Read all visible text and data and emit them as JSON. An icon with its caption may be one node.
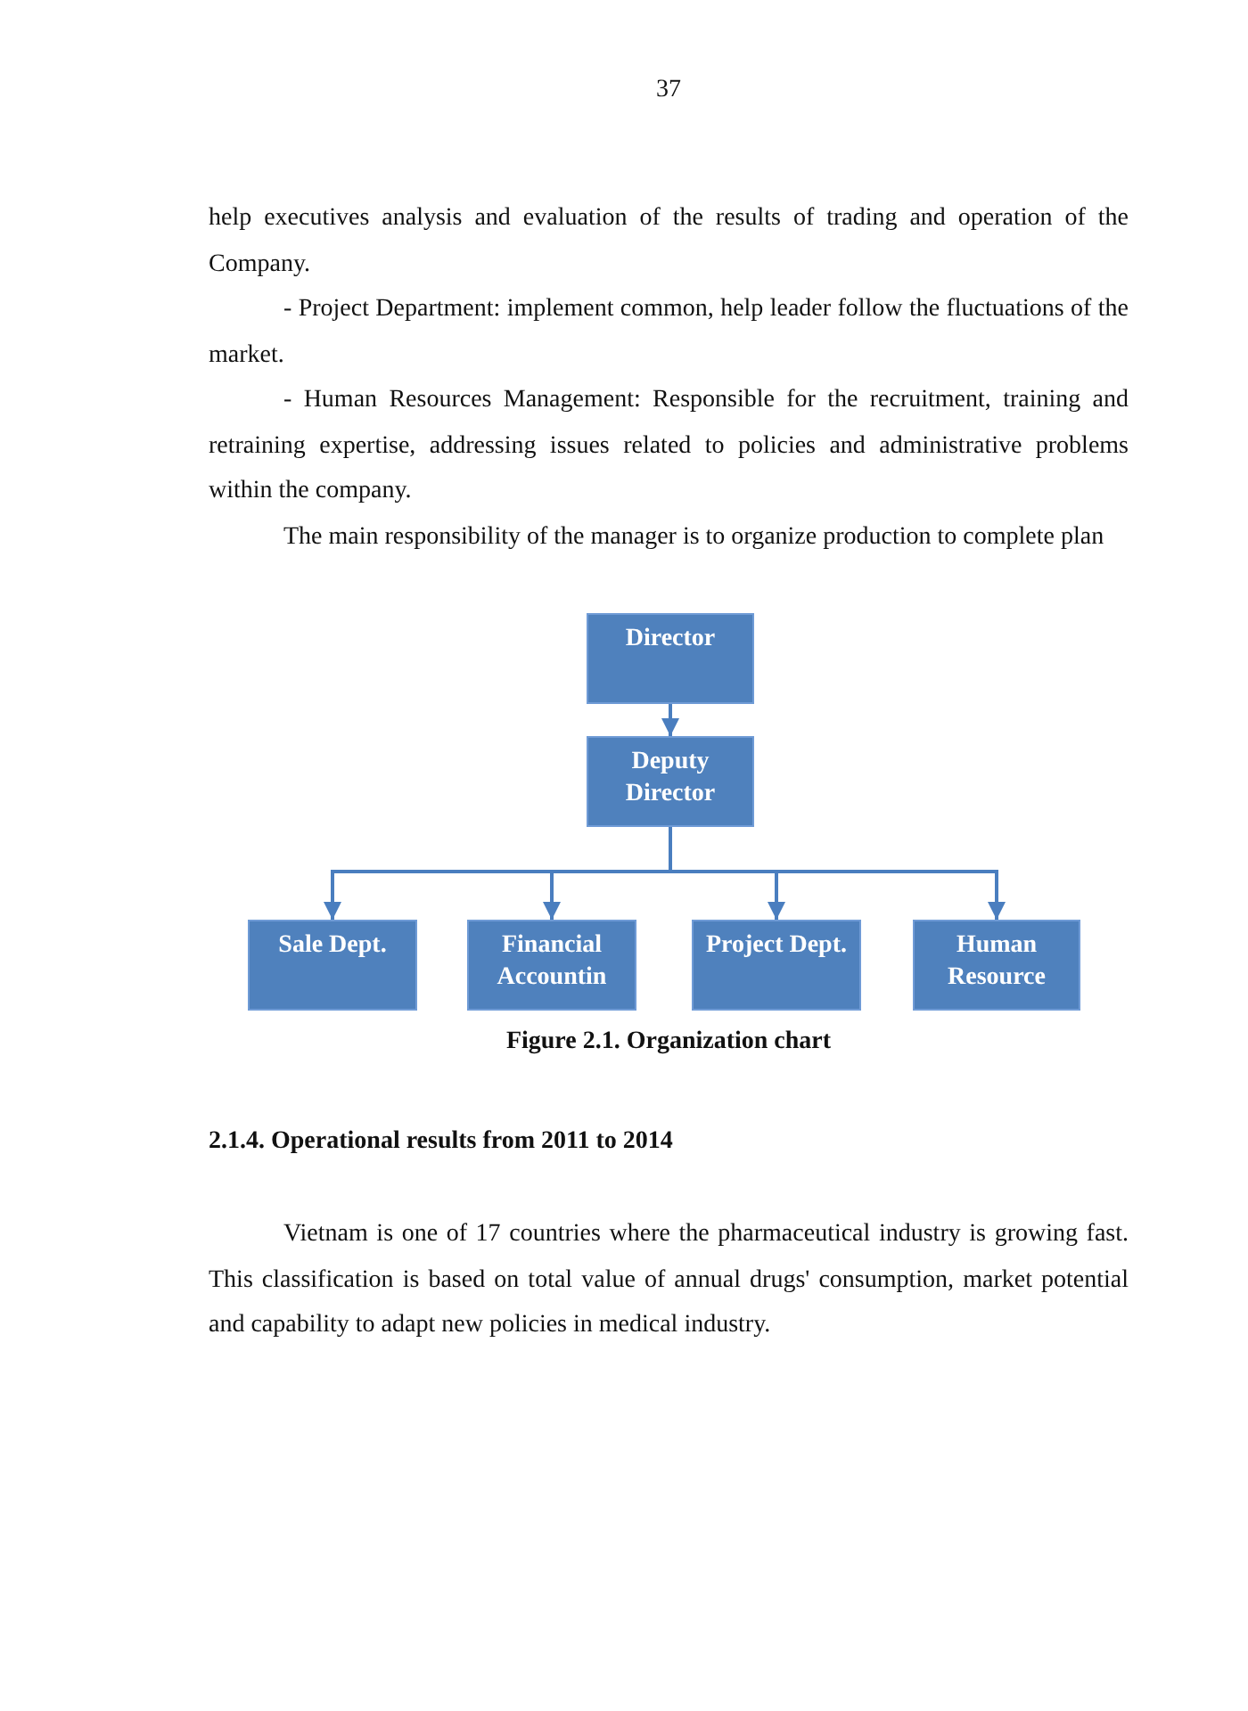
{
  "diagram": {
    "caption": "Figure 2.1. Organization chart",
    "nodes": [
      {
        "text": [
          "Director"
        ]
      },
      {
        "text": [
          "Deputy Director"
        ]
      },
      {
        "text": [
          "Sale Dept."
        ]
      },
      {
        "text": [
          "Financial Accountin"
        ]
      },
      {
        "text": [
          "Project Dept."
        ]
      },
      {
        "text": [
          "Human Resource"
        ]
      }
    ],
    "edges": [
      {
        "from": 0,
        "to": 1,
        "arrow": "to"
      },
      {
        "from": 1,
        "to": 2,
        "arrow": "to"
      },
      {
        "from": 1,
        "to": 3,
        "arrow": "to"
      },
      {
        "from": 1,
        "to": 4,
        "arrow": "to"
      },
      {
        "from": 1,
        "to": 5,
        "arrow": "to"
      }
    ],
    "labels": [
      "37",
      "help executives analysis and evaluation of the results of trading and operation of the Company.",
      "- Project Department: implement common, help leader follow the fluctuations of the market.",
      "- Human Resources Management: Responsible for the recruitment, training and retraining expertise, addressing issues related to policies and administrative problems within the company.",
      "The main responsibility of the manager is to organize production to complete plan",
      "2.1.4. Operational results from 2011 to 2014",
      "Vietnam is one of 17 countries where the pharmaceutical industry is growing fast. This classification is based on total value of annual drugs' consumption, market potential and capability to adapt new policies in medical industry."
    ]
  }
}
